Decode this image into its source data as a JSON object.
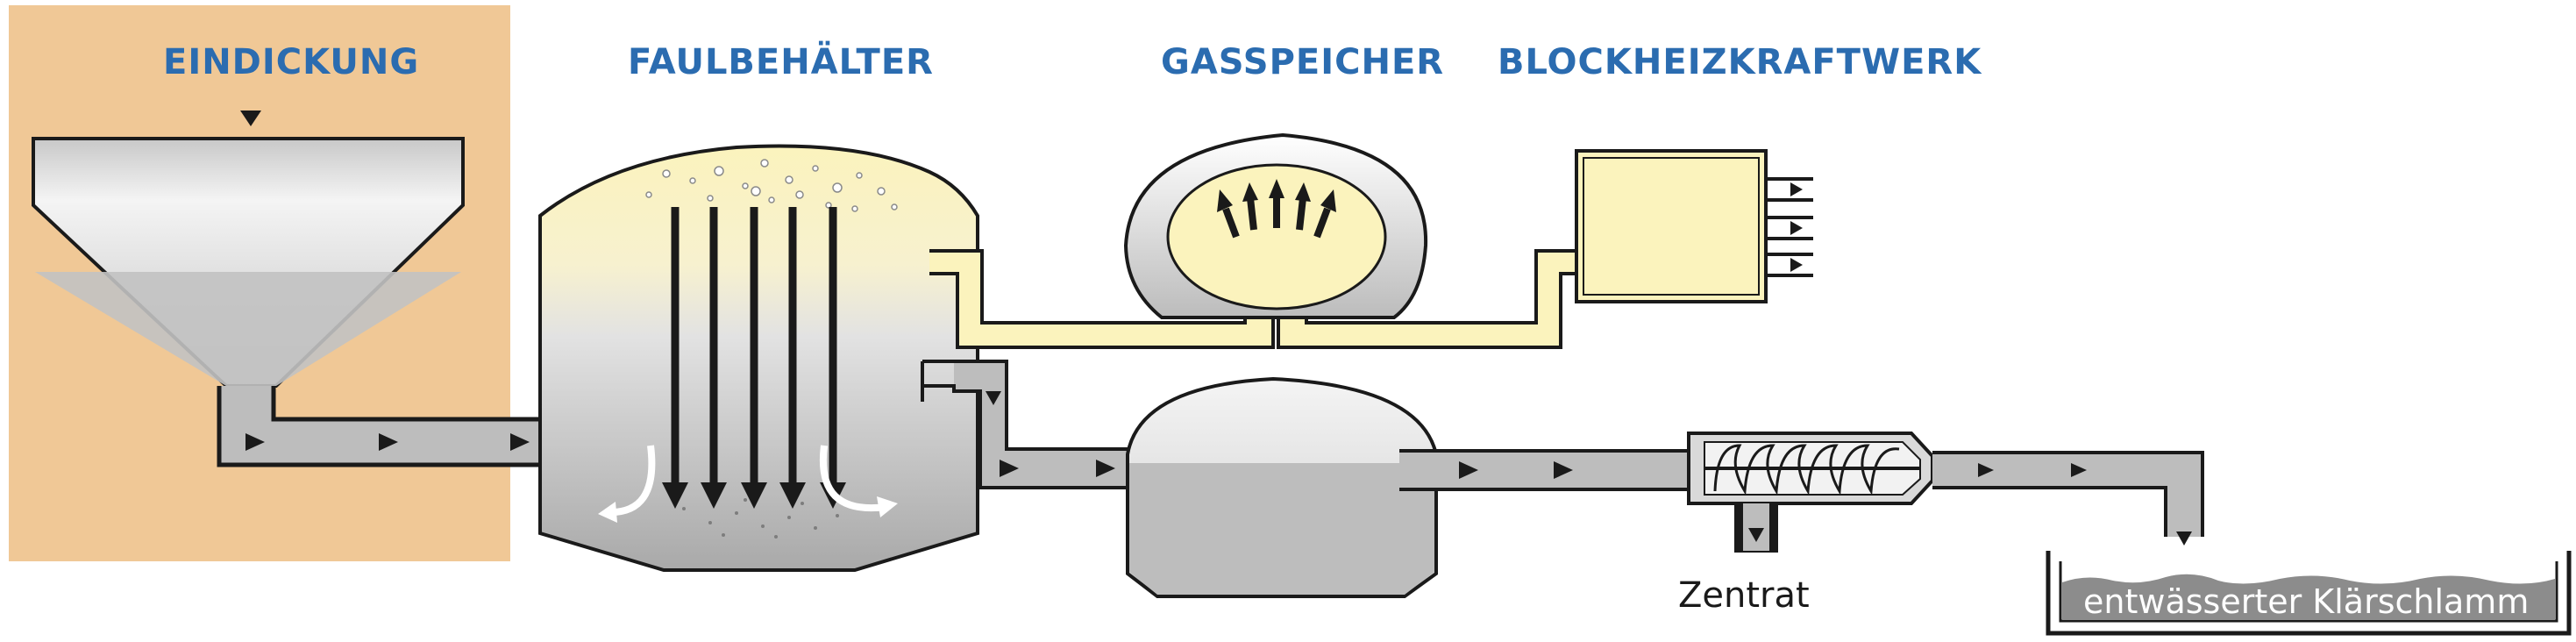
{
  "stages": {
    "thickening": "EINDICKUNG",
    "digester": "FAULBEHÄLTER",
    "gas_storage": "GASSPEICHER",
    "chp_plant": "BLOCKHEIZKRAFTWERK"
  },
  "labels": {
    "centrate": "Zentrat",
    "dewatered_sludge": "entwässerter Klärschlamm"
  },
  "colors": {
    "title_blue": "#2b6cb0",
    "thickening_bg": "#f0c896",
    "gas_yellow": "#fbf3bd",
    "pipe_grey": "#bdbdbd",
    "outline": "#1a1a1a"
  }
}
